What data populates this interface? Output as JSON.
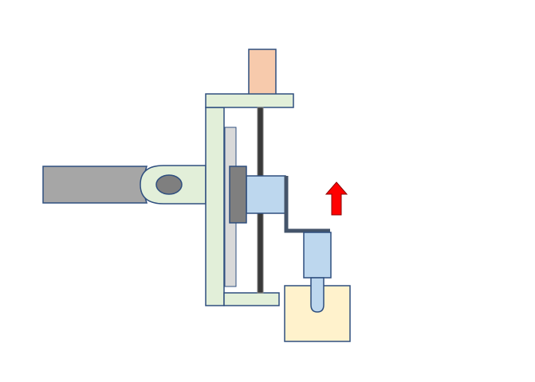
{
  "diagram": {
    "elements": [
      "arm",
      "clevis",
      "clevis-pin",
      "frame",
      "top-block",
      "guide-rod",
      "slide-plate",
      "mount-block",
      "carriage",
      "z-bracket",
      "probe",
      "probe-tip",
      "workpiece",
      "direction-arrow"
    ],
    "colors": {
      "frame_fill": "#e2efd9",
      "outline": "#2f4f7f",
      "arm_fill": "#a6a6a6",
      "pin_fill": "#7f7f7f",
      "top_block_fill": "#f7caac",
      "rod": "#3a3a3a",
      "plate_fill": "#d9d9d9",
      "mount_fill": "#7f7f7f",
      "carriage_fill": "#bdd7ee",
      "bracket": "#44546a",
      "workpiece_fill": "#fff2cc",
      "arrow_fill": "#ff0000",
      "arrow_stroke": "#8b0000"
    },
    "arrow_direction": "up"
  }
}
